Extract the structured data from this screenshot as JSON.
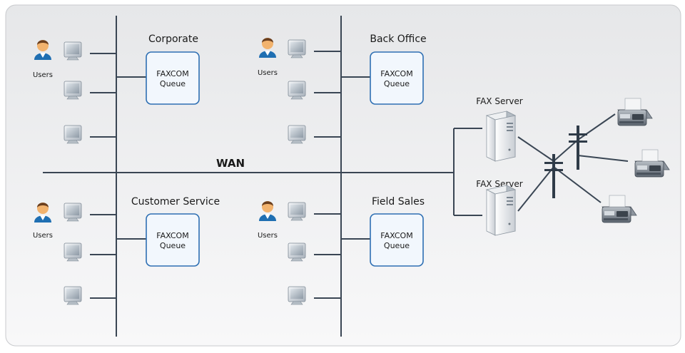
{
  "wan_label": "WAN",
  "sites": [
    {
      "title": "Corporate",
      "users_label": "Users",
      "queue_line1": "FAXCOM",
      "queue_line2": "Queue"
    },
    {
      "title": "Back Office",
      "users_label": "Users",
      "queue_line1": "FAXCOM",
      "queue_line2": "Queue"
    },
    {
      "title": "Customer Service",
      "users_label": "Users",
      "queue_line1": "FAXCOM",
      "queue_line2": "Queue"
    },
    {
      "title": "Field Sales",
      "users_label": "Users",
      "queue_line1": "FAXCOM",
      "queue_line2": "Queue"
    }
  ],
  "servers": [
    {
      "label": "FAX Server"
    },
    {
      "label": "FAX Server"
    }
  ],
  "fax_machines": 3,
  "poles": 2,
  "icons": [
    "user-icon",
    "monitor-icon",
    "fax-server-icon",
    "telephone-pole-icon",
    "fax-machine-icon"
  ],
  "colors": {
    "line": "#3a4654",
    "queue_border": "#2e6fb3",
    "queue_fill": "#f2f7fd",
    "text": "#1a1a1a",
    "panel_top": "#e9eaec",
    "panel_bottom": "#f7f7f8"
  }
}
